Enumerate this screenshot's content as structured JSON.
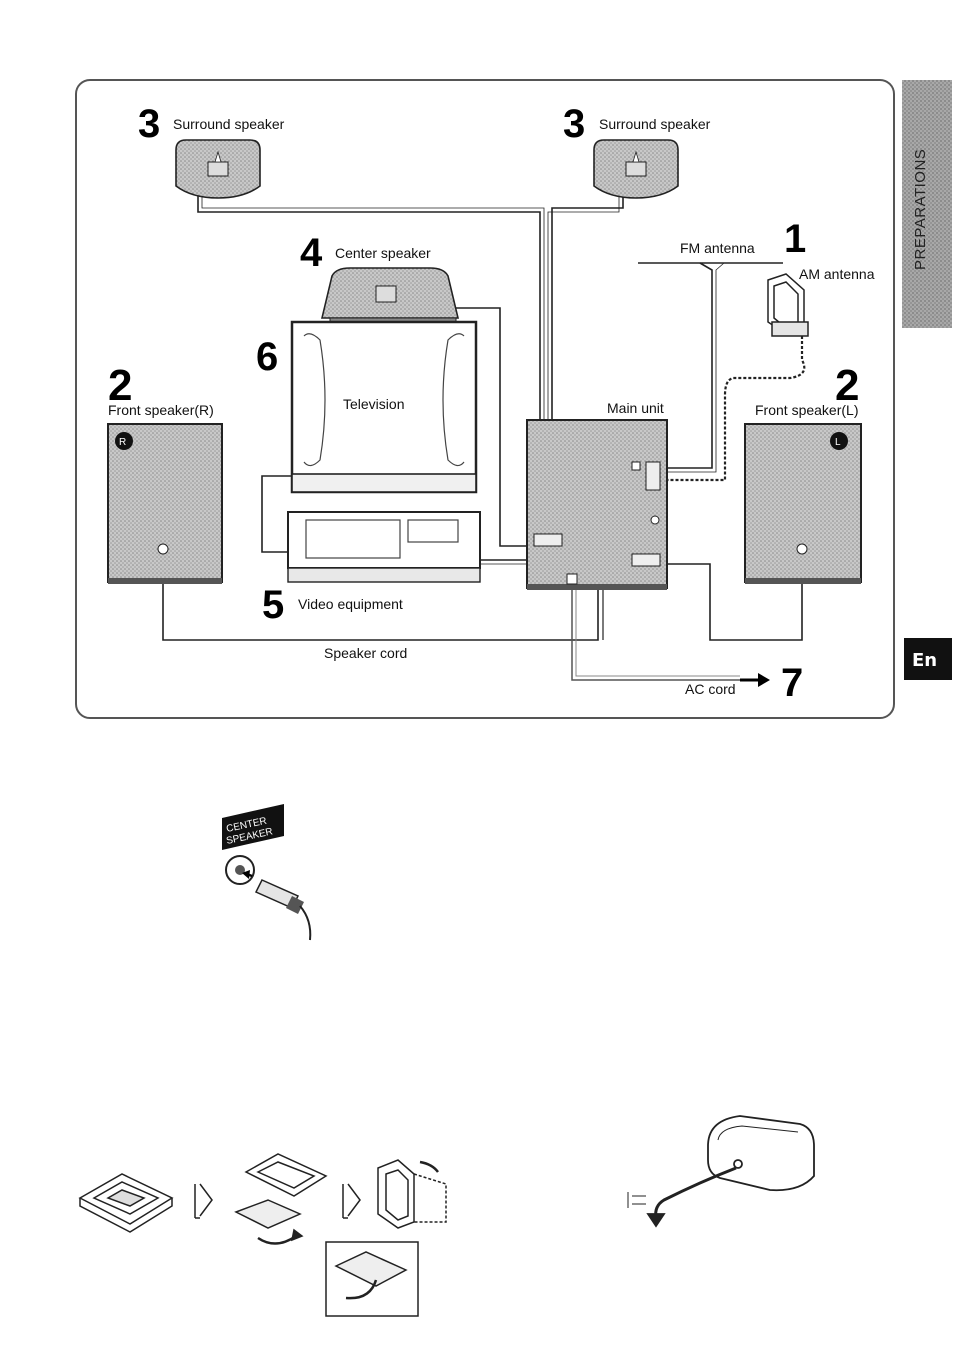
{
  "side_tab": {
    "section": "PREPARATIONS",
    "language": "En"
  },
  "diagram": {
    "steps": {
      "surround_left": {
        "number": "3",
        "label": "Surround speaker"
      },
      "surround_right": {
        "number": "3",
        "label": "Surround speaker"
      },
      "center": {
        "number": "4",
        "label": "Center speaker"
      },
      "antenna": {
        "number": "1",
        "fm_label": "FM antenna",
        "am_label": "AM antenna"
      },
      "tv": {
        "number": "6",
        "label": "Television"
      },
      "front_r": {
        "number": "2",
        "label": "Front speaker(R)",
        "badge": "R"
      },
      "front_l": {
        "number": "2",
        "label": "Front speaker(L)",
        "badge": "L"
      },
      "video": {
        "number": "5",
        "label": "Video equipment"
      },
      "ac": {
        "number": "7",
        "label": "AC cord"
      }
    },
    "main_unit_label": "Main unit",
    "speaker_cord_label": "Speaker cord"
  },
  "center_jack_label": [
    "CENTER",
    "SPEAKER"
  ],
  "colors": {
    "speaker_fill": "#b4b4b4",
    "panel_border": "#555555",
    "tab_fill": "#9e9e9e",
    "en_fill": "#111111"
  }
}
